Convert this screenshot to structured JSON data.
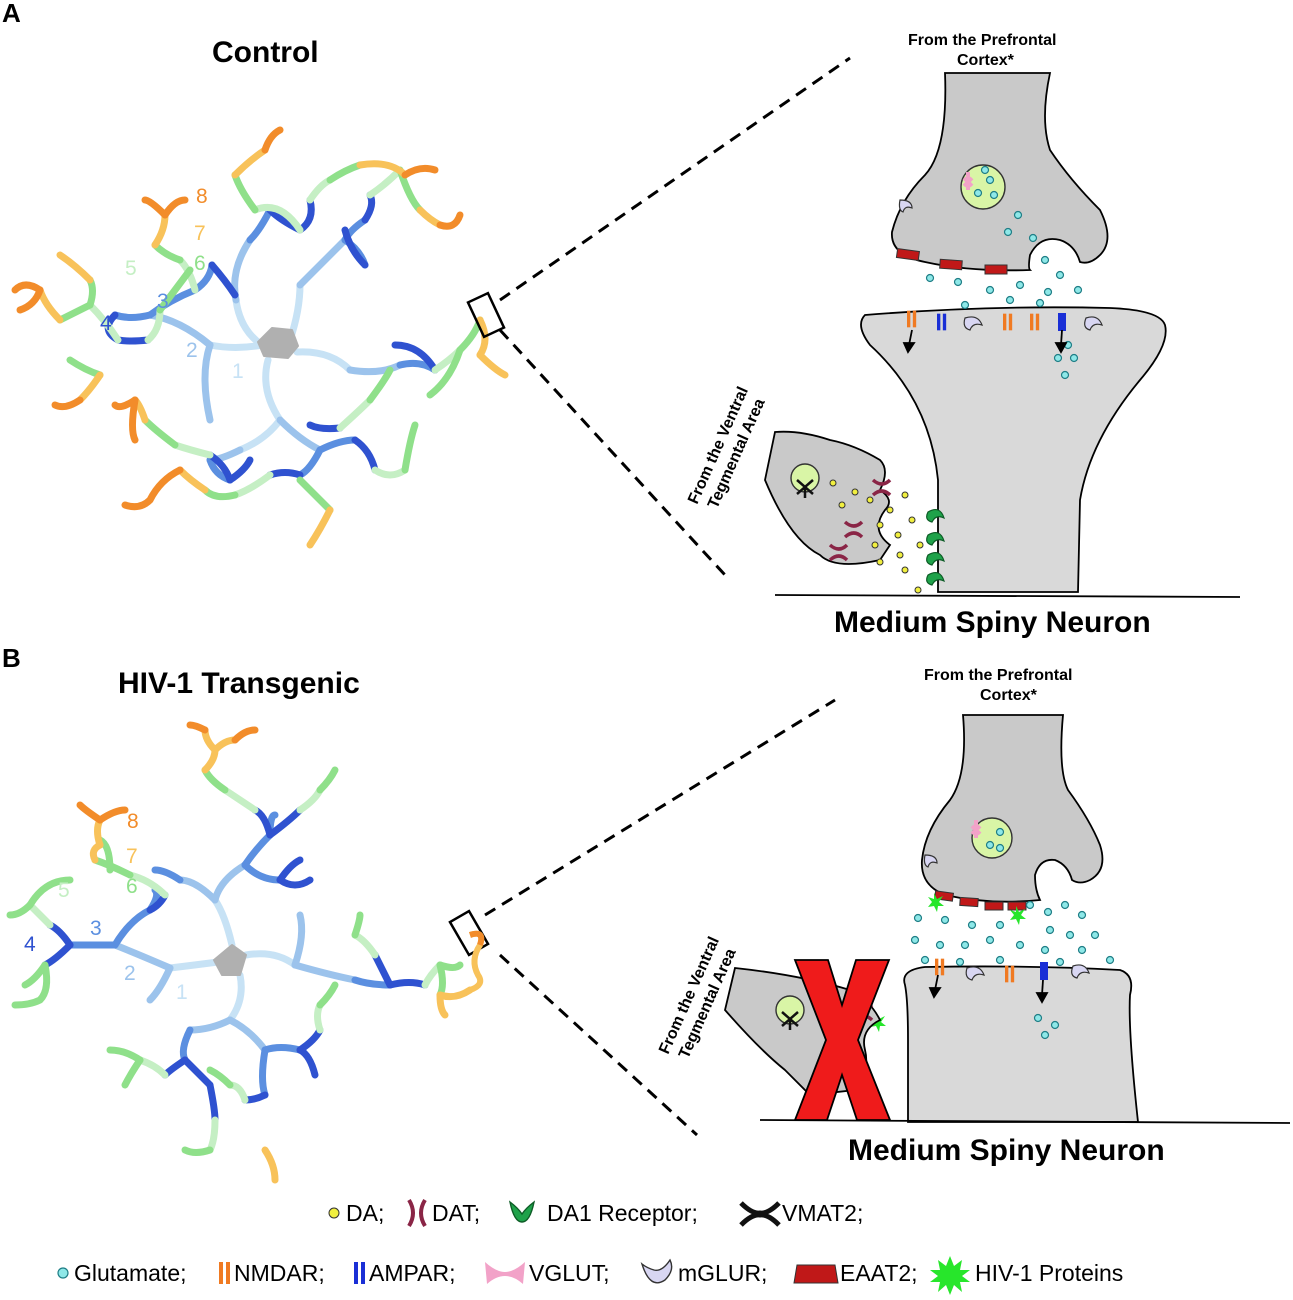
{
  "panels": [
    {
      "letter": "A",
      "title": "Control",
      "prefrontal_label_line1": "From the Prefrontal",
      "prefrontal_label_line2": "Cortex*",
      "vta_label_line1": "From the Ventral",
      "vta_label_line2": "Tegmental Area",
      "msn_label": "Medium Spiny Neuron"
    },
    {
      "letter": "B",
      "title": "HIV-1 Transgenic",
      "prefrontal_label_line1": "From the Prefrontal",
      "prefrontal_label_line2": "Cortex*",
      "vta_label_line1": "From the Ventral",
      "vta_label_line2": "Tegmental Area",
      "msn_label": "Medium Spiny Neuron"
    }
  ],
  "branch_orders": [
    "1",
    "2",
    "3",
    "4",
    "5",
    "6",
    "7",
    "8"
  ],
  "order_colors": {
    "1": "#c7e2f5",
    "2": "#9cc3ec",
    "3": "#5b8fe0",
    "4": "#2f52d0",
    "5": "#c5efc4",
    "6": "#8fe08a",
    "7": "#f8c25a",
    "8": "#f28c2a"
  },
  "legend": {
    "row1": [
      {
        "icon": "dopamine-dot-icon",
        "label": "DA;"
      },
      {
        "icon": "dat-transporter-icon",
        "label": "DAT;"
      },
      {
        "icon": "da1-receptor-icon",
        "label": "DA1 Receptor;"
      },
      {
        "icon": "vmat2-icon",
        "label": "VMAT2;"
      }
    ],
    "row2": [
      {
        "icon": "glutamate-dot-icon",
        "label": "Glutamate;"
      },
      {
        "icon": "nmdar-icon",
        "label": "NMDAR;"
      },
      {
        "icon": "ampar-icon",
        "label": "AMPAR;"
      },
      {
        "icon": "vglut-icon",
        "label": "VGLUT;"
      },
      {
        "icon": "mglur-icon",
        "label": "mGLUR;"
      },
      {
        "icon": "eaat2-icon",
        "label": "EAAT2;"
      },
      {
        "icon": "hiv1-protein-icon",
        "label": "HIV-1 Proteins"
      }
    ]
  },
  "colors": {
    "dopamine": "#f1ef3f",
    "dat": "#8a2546",
    "da1_receptor": "#1fa24a",
    "vmat2": "#111111",
    "glutamate": "#8ee8e8",
    "nmdar": "#f07a22",
    "ampar": "#1a2fd6",
    "vglut": "#f2a2c8",
    "mglur": "#d8d6f2",
    "eaat2": "#c01818",
    "hiv1": "#27e62b",
    "cross": "#ef1b1b"
  }
}
